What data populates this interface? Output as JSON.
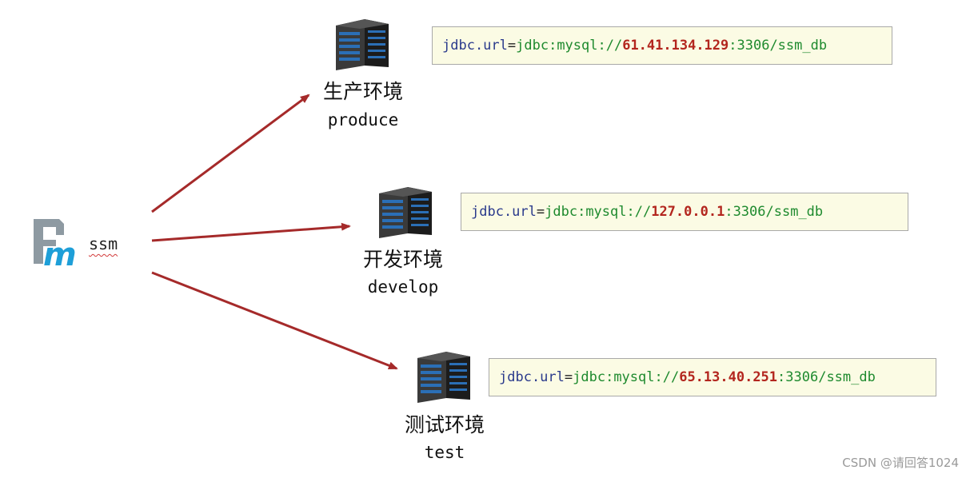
{
  "source": {
    "label": "ssm",
    "logo_icon": "mybatis-logo-icon"
  },
  "environments": [
    {
      "id": "produce",
      "name_cn": "生产环境",
      "name_code": "produce",
      "server_icon": "server-rack-icon",
      "url": {
        "prefix": "jdbc.url",
        "eq": "=",
        "scheme": "jdbc:mysql://",
        "ip": "61.41.134.129",
        "rest": ":3306/ssm_db"
      }
    },
    {
      "id": "develop",
      "name_cn": "开发环境",
      "name_code": "develop",
      "server_icon": "server-rack-icon",
      "url": {
        "prefix": "jdbc.url",
        "eq": "=",
        "scheme": "jdbc:mysql://",
        "ip": "127.0.0.1",
        "rest": ":3306/ssm_db"
      }
    },
    {
      "id": "test",
      "name_cn": "测试环境",
      "name_code": "test",
      "server_icon": "server-rack-icon",
      "url": {
        "prefix": "jdbc.url",
        "eq": "=",
        "scheme": "jdbc:mysql://",
        "ip": "65.13.40.251",
        "rest": ":3306/ssm_db"
      }
    }
  ],
  "colors": {
    "arrow": "#a52a2a",
    "url_box_bg": "#fbfbe4",
    "ip_text": "#b3261e",
    "scheme_text": "#1e8a2e",
    "key_text": "#2a3a8c"
  },
  "watermark": "CSDN @请回答1024"
}
